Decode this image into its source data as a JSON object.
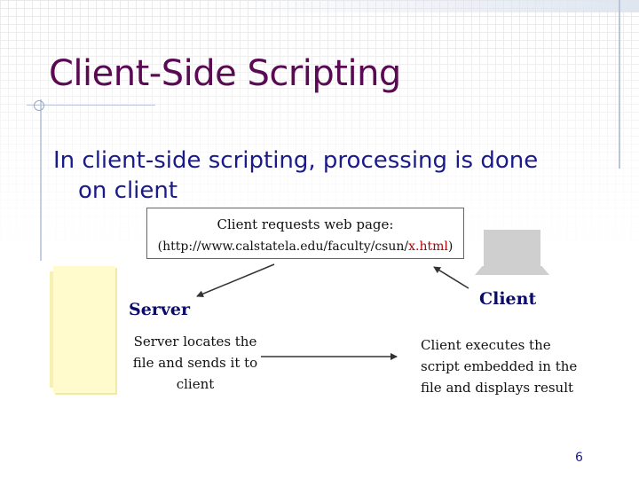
{
  "slide": {
    "title": "Client-Side Scripting",
    "bullet_line1": "In client-side scripting, processing is done",
    "bullet_line2": "on client",
    "request": {
      "label": "Client requests web page:",
      "url_prefix": "(http://www.calstatela.edu/faculty/csun/",
      "url_highlight": "x.html",
      "url_suffix": ")"
    },
    "server": {
      "label": "Server",
      "description": "Server locates the file and sends it to client"
    },
    "client": {
      "label": "Client",
      "description": "Client executes the script embedded in the file and displays result"
    },
    "page_number": "6"
  },
  "colors": {
    "title": "#5a0a52",
    "body_text": "#1a1a8a",
    "url_highlight": "#b00000",
    "server_box": "#fffbcc",
    "monitor": "#cfcfcf"
  },
  "icons": [
    "computer-monitor-icon",
    "server-box-icon"
  ]
}
